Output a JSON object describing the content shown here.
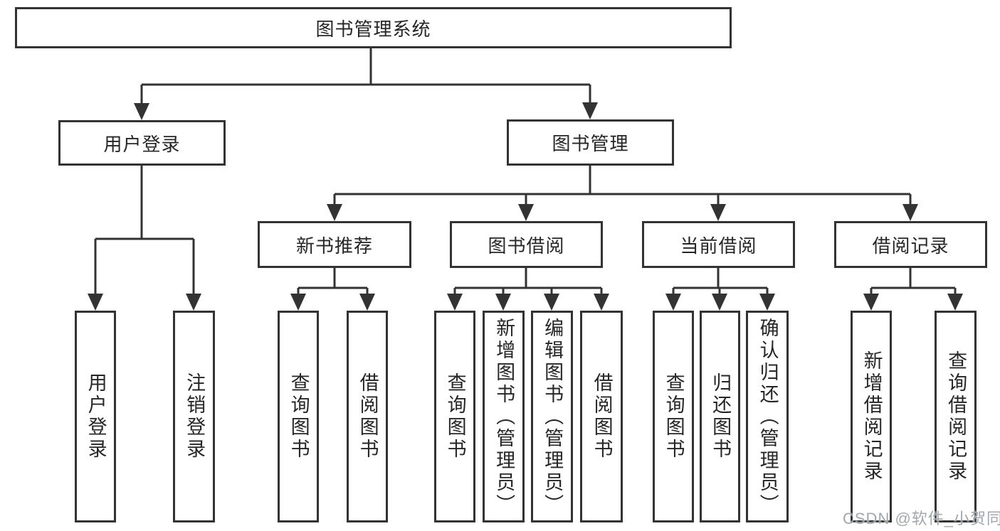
{
  "diagram": {
    "type": "hierarchy-tree",
    "title": "图书管理系统",
    "colors": {
      "line": "#333333",
      "box_border": "#333333",
      "box_fill": "#ffffff",
      "text": "#262626",
      "background": "#ffffff",
      "watermark": "#9da2a8"
    },
    "watermark": "CSDN @软件_小贺同学"
  },
  "nodes": {
    "root": {
      "label": "图书管理系统"
    },
    "user_login": {
      "label": "用户登录"
    },
    "book_mgmt": {
      "label": "图书管理"
    },
    "new_book_rec": {
      "label": "新书推荐"
    },
    "book_borrow": {
      "label": "图书借阅"
    },
    "current_borrow": {
      "label": "当前借阅"
    },
    "borrow_records": {
      "label": "借阅记录"
    },
    "leaf_user_login": {
      "label": "用户登录"
    },
    "leaf_logout": {
      "label": "注销登录"
    },
    "leaf_query_book_1": {
      "label": "查询图书"
    },
    "leaf_borrow_book_1": {
      "label": "借阅图书"
    },
    "leaf_query_book_2": {
      "label": "查询图书"
    },
    "leaf_add_book": {
      "label": "新增图书（管理员）"
    },
    "leaf_edit_book": {
      "label": "编辑图书（管理员）"
    },
    "leaf_borrow_book_2": {
      "label": "借阅图书"
    },
    "leaf_query_book_3": {
      "label": "查询图书"
    },
    "leaf_return_book": {
      "label": "归还图书"
    },
    "leaf_confirm_return": {
      "label": "确认归还（管理员）"
    },
    "leaf_add_borrow_record": {
      "label": "新增借阅记录"
    },
    "leaf_query_borrow_record": {
      "label": "查询借阅记录"
    }
  },
  "hierarchy": {
    "图书管理系统": {
      "用户登录": [
        "用户登录",
        "注销登录"
      ],
      "图书管理": {
        "新书推荐": [
          "查询图书",
          "借阅图书"
        ],
        "图书借阅": [
          "查询图书",
          "新增图书（管理员）",
          "编辑图书（管理员）",
          "借阅图书"
        ],
        "当前借阅": [
          "查询图书",
          "归还图书",
          "确认归还（管理员）"
        ],
        "借阅记录": [
          "新增借阅记录",
          "查询借阅记录"
        ]
      }
    }
  }
}
